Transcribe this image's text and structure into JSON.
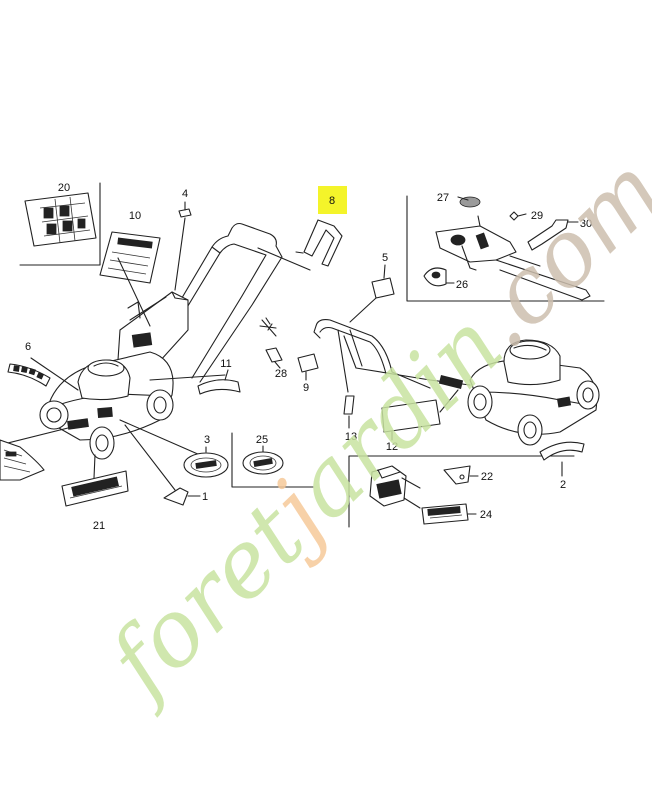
{
  "callouts": {
    "c1": "1",
    "c2": "2",
    "c3": "3",
    "c4": "4",
    "c5": "5",
    "c6": "6",
    "c8": "8",
    "c9": "9",
    "c10": "10",
    "c11": "11",
    "c12": "12",
    "c13": "13",
    "c20": "20",
    "c21": "21",
    "c22": "22",
    "c24": "24",
    "c25": "25",
    "c26": "26",
    "c27": "27",
    "c28": "28",
    "c29": "29",
    "c30": "30"
  },
  "highlight_color": "#f4f42a",
  "watermark": {
    "text": "foretjardin.com",
    "color_green": "#c8e3a0",
    "color_orange": "#f6c99a",
    "color_tan": "#cdbfae"
  }
}
